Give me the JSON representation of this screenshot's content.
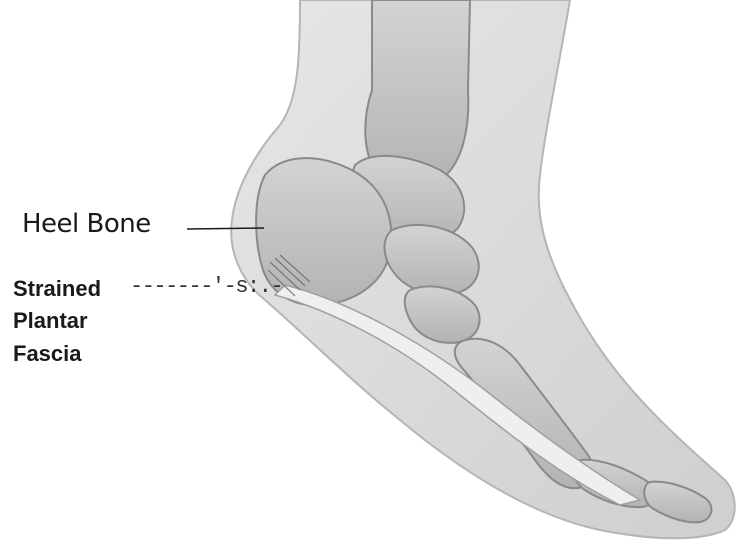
{
  "labels": {
    "heel_bone": "Heel Bone",
    "strained": "Strained",
    "leader": "-------'-s:.-",
    "plantar": "Plantar",
    "fascia": "Fascia"
  },
  "colors": {
    "skin_fill": "#d9d9d9",
    "skin_edge": "#b5b5b5",
    "bone_fill": "#c4c4c4",
    "bone_edge": "#8a8a8a",
    "text": "#1a1a1a"
  }
}
